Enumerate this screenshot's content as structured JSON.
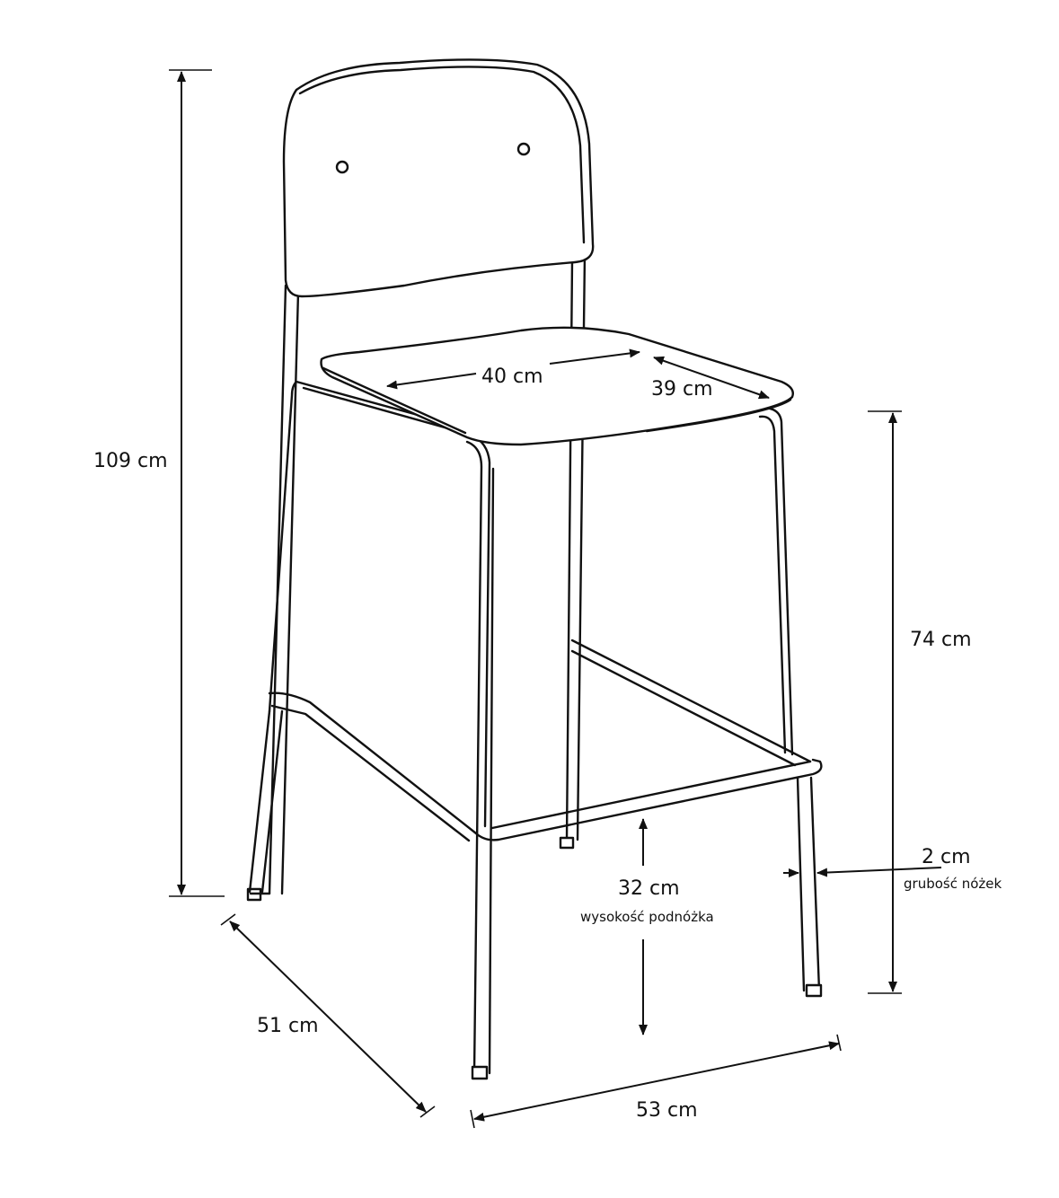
{
  "dimensions": {
    "total_height": "109 cm",
    "seat_width": "40 cm",
    "seat_depth": "39 cm",
    "seat_height": "74 cm",
    "leg_thickness": "2 cm",
    "leg_thickness_caption": "grubość nóżek",
    "footrest_height": "32 cm",
    "footrest_height_caption": "wysokość podnóżka",
    "depth": "51 cm",
    "width": "53 cm"
  }
}
